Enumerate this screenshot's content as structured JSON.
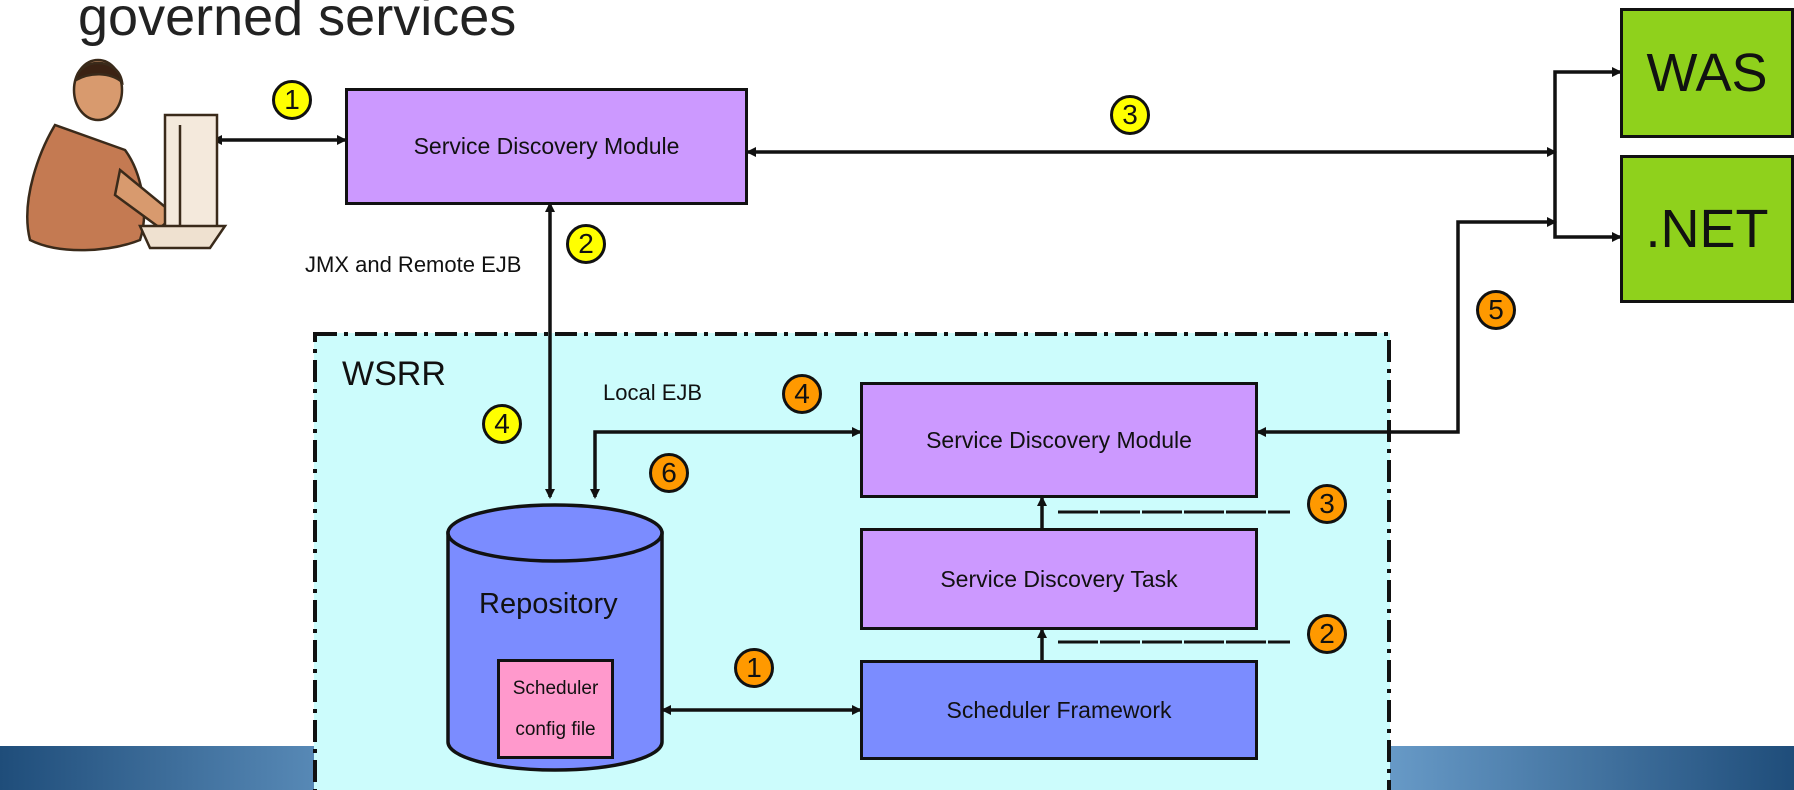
{
  "title": "governed services",
  "labels": {
    "jmx": "JMX and Remote EJB",
    "local_ejb": "Local EJB",
    "wsrr": "WSRR"
  },
  "nodes": {
    "sdm_top": "Service Discovery Module",
    "sdm_inner": "Service Discovery Module",
    "sdt": "Service Discovery Task",
    "scheduler": "Scheduler  Framework",
    "repository": "Repository",
    "config_line1": "Scheduler",
    "config_line2": "config file",
    "was": "WAS",
    "net": ".NET"
  },
  "steps": {
    "y1": "1",
    "y2": "2",
    "y3": "3",
    "y4": "4",
    "o1": "1",
    "o2": "2",
    "o3": "3",
    "o4": "4",
    "o5": "5",
    "o6": "6"
  },
  "colors": {
    "module_fill": "#cc99ff",
    "scheduler_fill": "#7b8cff",
    "target_fill": "#8fd11c",
    "wsrr_fill": "#ccfcfc",
    "note_fill": "#ff99cc",
    "yellow_step": "#ffff00",
    "orange_step": "#ff9900"
  }
}
